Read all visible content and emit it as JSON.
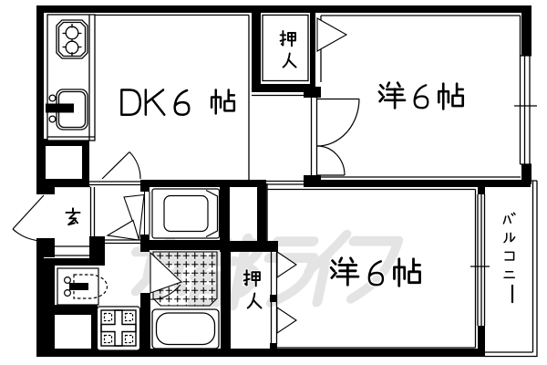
{
  "document_type": "apartment floor plan",
  "colors": {
    "line": "#000000",
    "background": "#ffffff",
    "watermark": "#e4e4e4"
  },
  "watermark": {
    "text": "京都ライフ"
  },
  "rooms": {
    "dk": {
      "label": "DK6帖"
    },
    "bedroom_top": {
      "label": "洋6帖"
    },
    "bedroom_bottom": {
      "label": "洋6帖"
    },
    "closet_top": {
      "label": "押入"
    },
    "closet_bottom": {
      "label": "押入"
    },
    "entrance": {
      "label": "玄"
    },
    "balcony": {
      "label": "バルコニー"
    }
  },
  "fixtures": {
    "kitchen": "stove and sink counter",
    "toilet": "toilet",
    "bathtub": "bathtub",
    "washbasin": "washbasin unit",
    "washer_pan": "washing machine pan"
  }
}
